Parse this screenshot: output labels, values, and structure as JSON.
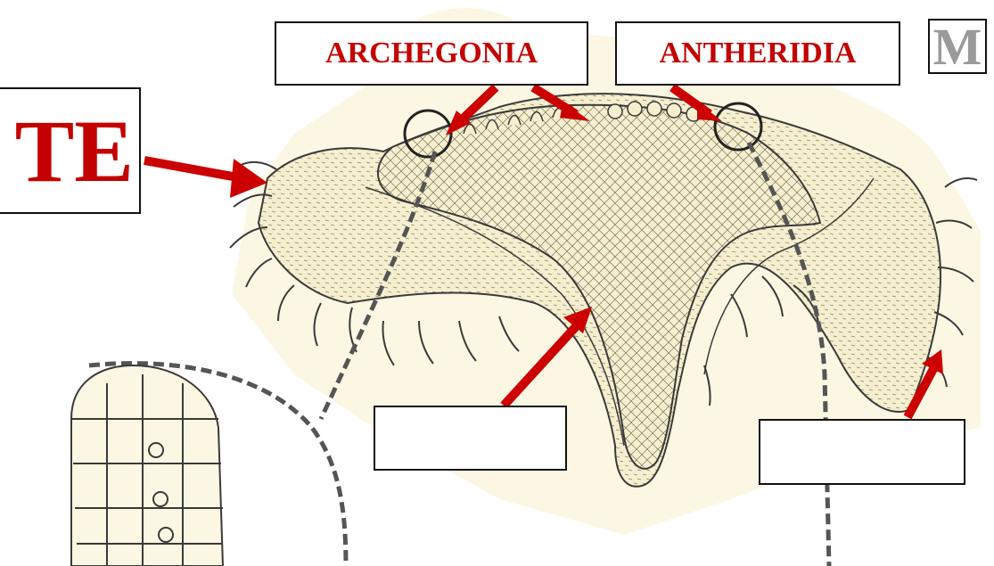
{
  "labels": {
    "archegonia": "ARCHEGONIA",
    "antheridia": "ANTHERIDIA",
    "gametophyte_partial": "TE",
    "corner_letter": "M"
  },
  "blank_labels": [
    "",
    ""
  ],
  "colors": {
    "label_text": "#c40000",
    "arrow": "#cc0000",
    "tissue_fill": "#f6efcf",
    "line": "#3a3a3a",
    "dashed_leader": "#555555",
    "corner_letter": "#9a9a9a"
  }
}
